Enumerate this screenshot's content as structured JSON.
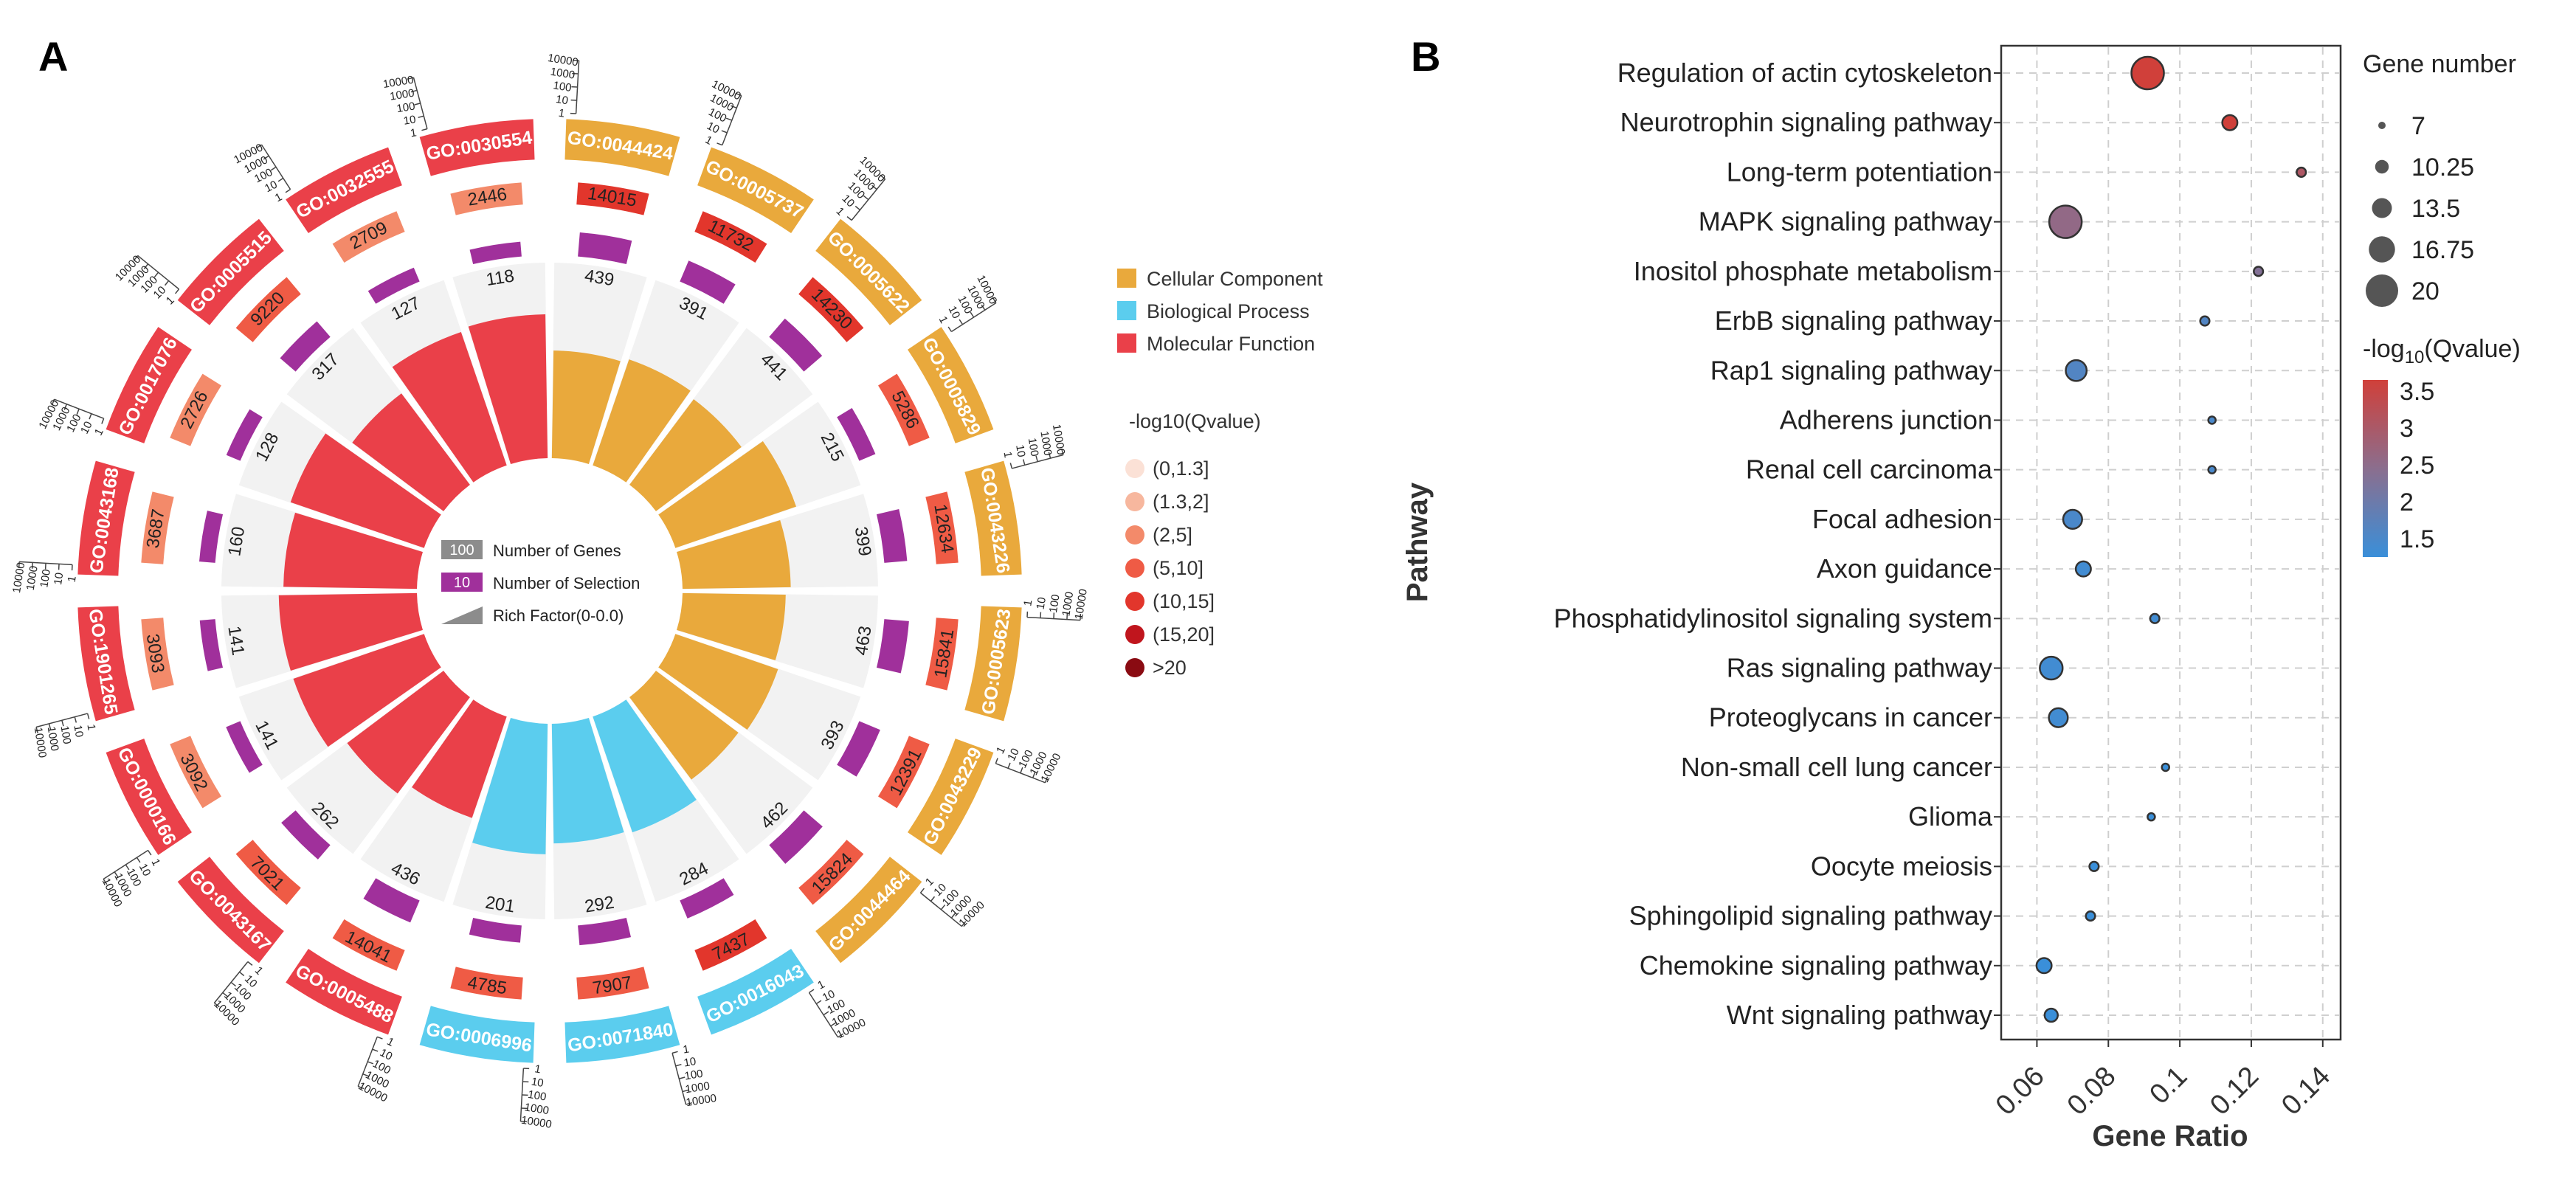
{
  "panel_a": {
    "letter": "A",
    "legend_categories": [
      {
        "name": "Cellular Component",
        "color": "#E9A93C"
      },
      {
        "name": "Biological Process",
        "color": "#5BCDEE"
      },
      {
        "name": "Molecular Function",
        "color": "#EA4049"
      }
    ],
    "qvalue_legend_title": "-log10(Qvalue)",
    "qvalue_bins": [
      {
        "label": "(0,1.3]",
        "color": "#FBE1D6"
      },
      {
        "label": "(1.3,2]",
        "color": "#F7B79E"
      },
      {
        "label": "(2,5]",
        "color": "#F38A6A"
      },
      {
        "label": "(5,10]",
        "color": "#EF5B45"
      },
      {
        "label": "(10,15]",
        "color": "#E2362C"
      },
      {
        "label": "(15,20]",
        "color": "#C0151D"
      },
      {
        "label": ">20",
        "color": "#8A0B12"
      }
    ],
    "center_legend": {
      "genes_swatch": "100",
      "genes_label": "Number of Genes",
      "selection_swatch": "10",
      "selection_label": "Number of Selection",
      "rich_label": "Rich Factor(0-0.0)"
    },
    "scale_ticks": [
      "1",
      "10",
      "100",
      "1000",
      "10000"
    ]
  },
  "panel_b": {
    "letter": "B",
    "size_legend_title": "Gene number",
    "size_legend_values": [
      "7",
      "10.25",
      "13.5",
      "16.75",
      "20"
    ],
    "color_legend_ticks": [
      "3.5",
      "3",
      "2.5",
      "2",
      "1.5"
    ]
  },
  "chart_data": [
    {
      "type": "circular-bar",
      "terms": [
        {
          "id": "GO:0044424",
          "category": "Cellular Component",
          "genes": 14015,
          "selection": 439,
          "qbin": "(10,15]"
        },
        {
          "id": "GO:0005737",
          "category": "Cellular Component",
          "genes": 11732,
          "selection": 391,
          "qbin": "(10,15]"
        },
        {
          "id": "GO:0005622",
          "category": "Cellular Component",
          "genes": 14230,
          "selection": 441,
          "qbin": "(10,15]"
        },
        {
          "id": "GO:0005829",
          "category": "Cellular Component",
          "genes": 5286,
          "selection": 215,
          "qbin": "(5,10]"
        },
        {
          "id": "GO:0043226",
          "category": "Cellular Component",
          "genes": 12634,
          "selection": 399,
          "qbin": "(5,10]"
        },
        {
          "id": "GO:0005623",
          "category": "Cellular Component",
          "genes": 15841,
          "selection": 463,
          "qbin": "(5,10]"
        },
        {
          "id": "GO:0043229",
          "category": "Cellular Component",
          "genes": 12391,
          "selection": 393,
          "qbin": "(5,10]"
        },
        {
          "id": "GO:0044464",
          "category": "Cellular Component",
          "genes": 15824,
          "selection": 462,
          "qbin": "(5,10]"
        },
        {
          "id": "GO:0016043",
          "category": "Biological Process",
          "genes": 7437,
          "selection": 284,
          "qbin": "(10,15]"
        },
        {
          "id": "GO:0071840",
          "category": "Biological Process",
          "genes": 7907,
          "selection": 292,
          "qbin": "(5,10]"
        },
        {
          "id": "GO:0006996",
          "category": "Biological Process",
          "genes": 4785,
          "selection": 201,
          "qbin": "(5,10]"
        },
        {
          "id": "GO:0005488",
          "category": "Molecular Function",
          "genes": 14041,
          "selection": 436,
          "qbin": "(5,10]"
        },
        {
          "id": "GO:0043167",
          "category": "Molecular Function",
          "genes": 7021,
          "selection": 262,
          "qbin": "(5,10]"
        },
        {
          "id": "GO:0000166",
          "category": "Molecular Function",
          "genes": 3092,
          "selection": 141,
          "qbin": "(2,5]"
        },
        {
          "id": "GO:1901265",
          "category": "Molecular Function",
          "genes": 3093,
          "selection": 141,
          "qbin": "(2,5]"
        },
        {
          "id": "GO:0043168",
          "category": "Molecular Function",
          "genes": 3687,
          "selection": 160,
          "qbin": "(2,5]"
        },
        {
          "id": "GO:0017076",
          "category": "Molecular Function",
          "genes": 2726,
          "selection": 128,
          "qbin": "(2,5]"
        },
        {
          "id": "GO:0005515",
          "category": "Molecular Function",
          "genes": 9220,
          "selection": 317,
          "qbin": "(5,10]"
        },
        {
          "id": "GO:0032555",
          "category": "Molecular Function",
          "genes": 2709,
          "selection": 127,
          "qbin": "(2,5]"
        },
        {
          "id": "GO:0030554",
          "category": "Molecular Function",
          "genes": 2446,
          "selection": 118,
          "qbin": "(2,5]"
        }
      ]
    },
    {
      "type": "scatter",
      "xlabel": "Gene Ratio",
      "ylabel": "Pathway",
      "xlim": [
        0.05,
        0.145
      ],
      "xticks": [
        "0.06",
        "0.08",
        "0.1",
        "0.12",
        "0.14"
      ],
      "grid": true,
      "color_legend_title": "-log10(Qvalue)",
      "points": [
        {
          "pathway": "Regulation of actin cytoskeleton",
          "x": 0.091,
          "size": 20,
          "q": 3.6
        },
        {
          "pathway": "Neurotrophin signaling pathway",
          "x": 0.114,
          "size": 11,
          "q": 3.5
        },
        {
          "pathway": "Long-term potentiation",
          "x": 0.134,
          "size": 8,
          "q": 3.0
        },
        {
          "pathway": "MAPK signaling pathway",
          "x": 0.068,
          "size": 20,
          "q": 2.6
        },
        {
          "pathway": "Inositol phosphate metabolism",
          "x": 0.122,
          "size": 8,
          "q": 2.4
        },
        {
          "pathway": "ErbB signaling pathway",
          "x": 0.107,
          "size": 8,
          "q": 1.8
        },
        {
          "pathway": "Rap1 signaling pathway",
          "x": 0.071,
          "size": 14,
          "q": 1.8
        },
        {
          "pathway": "Adherens junction",
          "x": 0.109,
          "size": 7,
          "q": 1.7
        },
        {
          "pathway": "Renal cell carcinoma",
          "x": 0.109,
          "size": 7,
          "q": 1.7
        },
        {
          "pathway": "Focal adhesion",
          "x": 0.07,
          "size": 13,
          "q": 1.7
        },
        {
          "pathway": "Axon guidance",
          "x": 0.073,
          "size": 11,
          "q": 1.6
        },
        {
          "pathway": "Phosphatidylinositol signaling system",
          "x": 0.093,
          "size": 8,
          "q": 1.6
        },
        {
          "pathway": "Ras signaling pathway",
          "x": 0.064,
          "size": 15,
          "q": 1.6
        },
        {
          "pathway": "Proteoglycans in cancer",
          "x": 0.066,
          "size": 13,
          "q": 1.6
        },
        {
          "pathway": "Non-small cell lung cancer",
          "x": 0.096,
          "size": 7,
          "q": 1.5
        },
        {
          "pathway": "Glioma",
          "x": 0.092,
          "size": 7,
          "q": 1.5
        },
        {
          "pathway": "Oocyte meiosis",
          "x": 0.076,
          "size": 8,
          "q": 1.5
        },
        {
          "pathway": "Sphingolipid signaling pathway",
          "x": 0.075,
          "size": 8,
          "q": 1.5
        },
        {
          "pathway": "Chemokine signaling pathway",
          "x": 0.062,
          "size": 11,
          "q": 1.5
        },
        {
          "pathway": "Wnt signaling pathway",
          "x": 0.064,
          "size": 10,
          "q": 1.5
        }
      ]
    }
  ]
}
